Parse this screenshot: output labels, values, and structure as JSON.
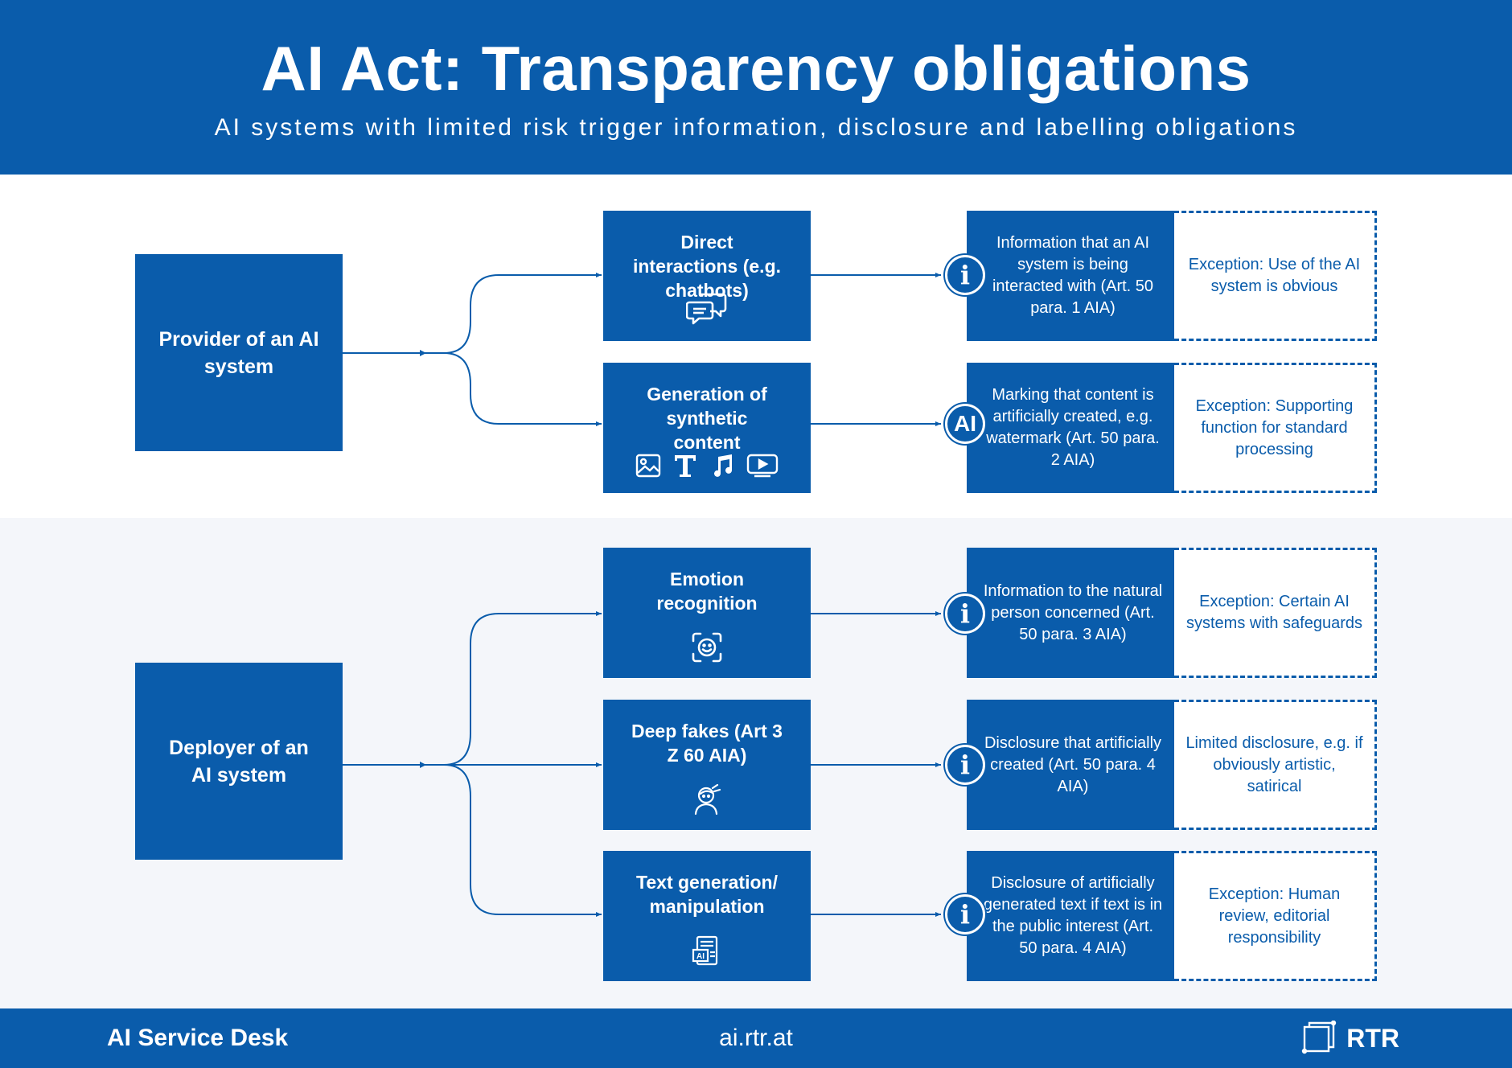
{
  "header": {
    "title": "AI Act: Transparency obligations",
    "subtitle": "AI systems with limited risk trigger information, disclosure and labelling obligations"
  },
  "provider": {
    "label": "Provider of an AI system",
    "rows": [
      {
        "category": "Direct interactions (e.g. chatbots)",
        "category_icons": [
          "chat-bubbles-icon"
        ],
        "badge": "i",
        "obligation": "Information that an AI system is being interacted with (Art. 50 para. 1 AIA)",
        "exception": "Exception: Use of the AI system is obvious"
      },
      {
        "category": "Generation of synthetic content",
        "category_icons": [
          "image-icon",
          "text-icon",
          "music-icon",
          "video-icon"
        ],
        "badge": "AI",
        "obligation": "Marking that content is artificially created, e.g. watermark (Art. 50 para. 2 AIA)",
        "exception": "Exception: Supporting function for standard processing"
      }
    ]
  },
  "deployer": {
    "label": "Deployer of an AI system",
    "rows": [
      {
        "category": "Emotion recognition",
        "category_icons": [
          "face-scan-icon"
        ],
        "badge": "i",
        "obligation": "Information to the natural person concerned (Art. 50 para. 3 AIA)",
        "exception": "Exception: Certain AI systems with safeguards"
      },
      {
        "category": "Deep fakes (Art 3 Z 60 AIA)",
        "category_icons": [
          "person-mask-icon"
        ],
        "badge": "i",
        "obligation": "Disclosure that artificially created (Art. 50 para. 4 AIA)",
        "exception": "Limited disclosure, e.g. if obviously artistic, satirical"
      },
      {
        "category": "Text generation/ manipulation",
        "category_icons": [
          "ai-document-icon"
        ],
        "badge": "i",
        "obligation": "Disclosure of artificially generated text if text is in the public interest (Art. 50 para. 4 AIA)",
        "exception": "Exception: Human review, editorial responsibility"
      }
    ]
  },
  "footer": {
    "left": "AI Service Desk",
    "center": "ai.rtr.at",
    "brand": "RTR"
  },
  "colors": {
    "primary": "#0a5cab",
    "section_bg": "#f4f6fa"
  }
}
